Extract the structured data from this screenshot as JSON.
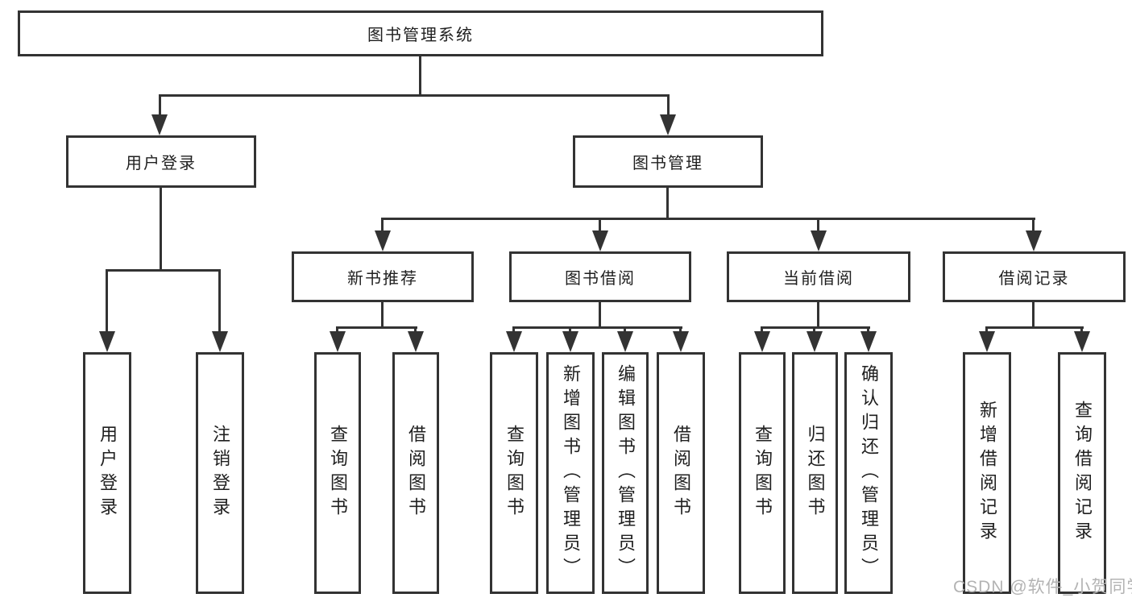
{
  "diagram": {
    "root": {
      "label": "图书管理系统",
      "children": [
        {
          "label": "用户登录",
          "children": [
            {
              "label": "用户登录"
            },
            {
              "label": "注销登录"
            }
          ]
        },
        {
          "label": "图书管理",
          "children": [
            {
              "label": "新书推荐",
              "children": [
                {
                  "label": "查询图书"
                },
                {
                  "label": "借阅图书"
                }
              ]
            },
            {
              "label": "图书借阅",
              "children": [
                {
                  "label": "查询图书"
                },
                {
                  "label": "新增图书（管理员）"
                },
                {
                  "label": "编辑图书（管理员）"
                },
                {
                  "label": "借阅图书"
                }
              ]
            },
            {
              "label": "当前借阅",
              "children": [
                {
                  "label": "查询图书"
                },
                {
                  "label": "归还图书"
                },
                {
                  "label": "确认归还（管理员）"
                }
              ]
            },
            {
              "label": "借阅记录",
              "children": [
                {
                  "label": "新增借阅记录"
                },
                {
                  "label": "查询借阅记录"
                }
              ]
            }
          ]
        }
      ]
    }
  },
  "watermark": {
    "text": "CSDN @软件_小贺同学"
  },
  "colors": {
    "line": "#333333",
    "text": "#1f1f1f",
    "watermark": "#b3b3b3",
    "background": "#ffffff"
  }
}
